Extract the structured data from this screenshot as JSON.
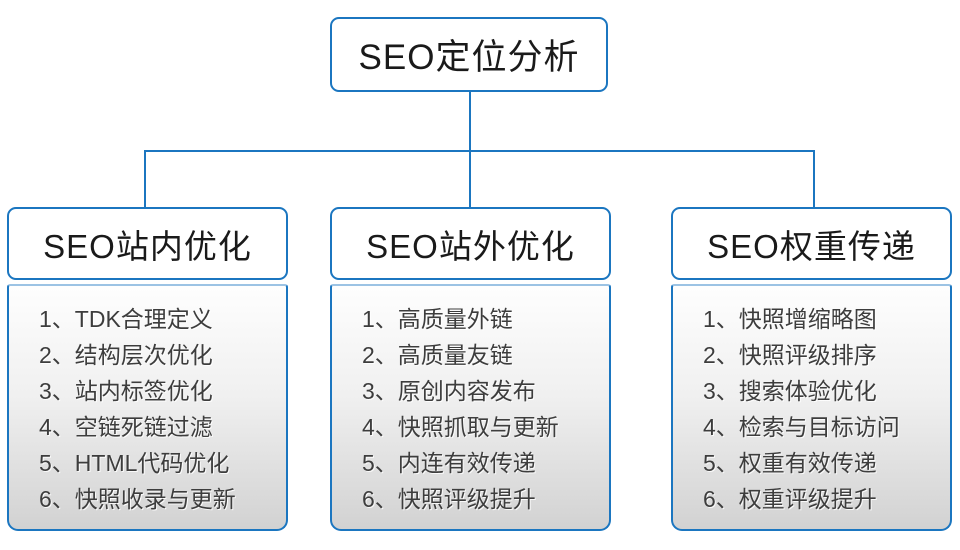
{
  "diagram": {
    "colors": {
      "border_blue": "#1b76c0",
      "panel_gradient_top": "#fefefe",
      "panel_gradient_bottom": "#d2d2d2",
      "header_text": "#1a1a1a",
      "list_text": "#3d3d3d"
    },
    "root": {
      "title": "SEO定位分析"
    },
    "columns": [
      {
        "title": "SEO站内优化",
        "items": [
          "1、TDK合理定义",
          "2、结构层次优化",
          "3、站内标签优化",
          "4、空链死链过滤",
          "5、HTML代码优化",
          "6、快照收录与更新"
        ]
      },
      {
        "title": "SEO站外优化",
        "items": [
          "1、高质量外链",
          "2、高质量友链",
          "3、原创内容发布",
          "4、快照抓取与更新",
          "5、内连有效传递",
          "6、快照评级提升"
        ]
      },
      {
        "title": "SEO权重传递",
        "items": [
          "1、快照增缩略图",
          "2、快照评级排序",
          "3、搜索体验优化",
          "4、检索与目标访问",
          "5、权重有效传递",
          "6、权重评级提升"
        ]
      }
    ]
  }
}
